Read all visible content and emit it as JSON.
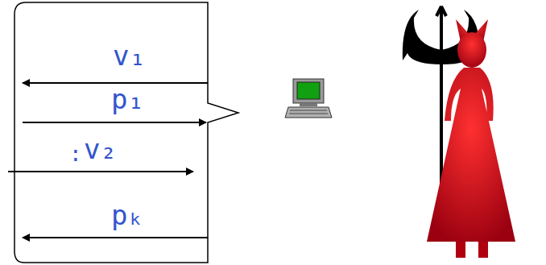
{
  "diagram": {
    "labels": [
      "v₁",
      "p₁",
      ":",
      "v₂",
      "pₖ"
    ]
  }
}
